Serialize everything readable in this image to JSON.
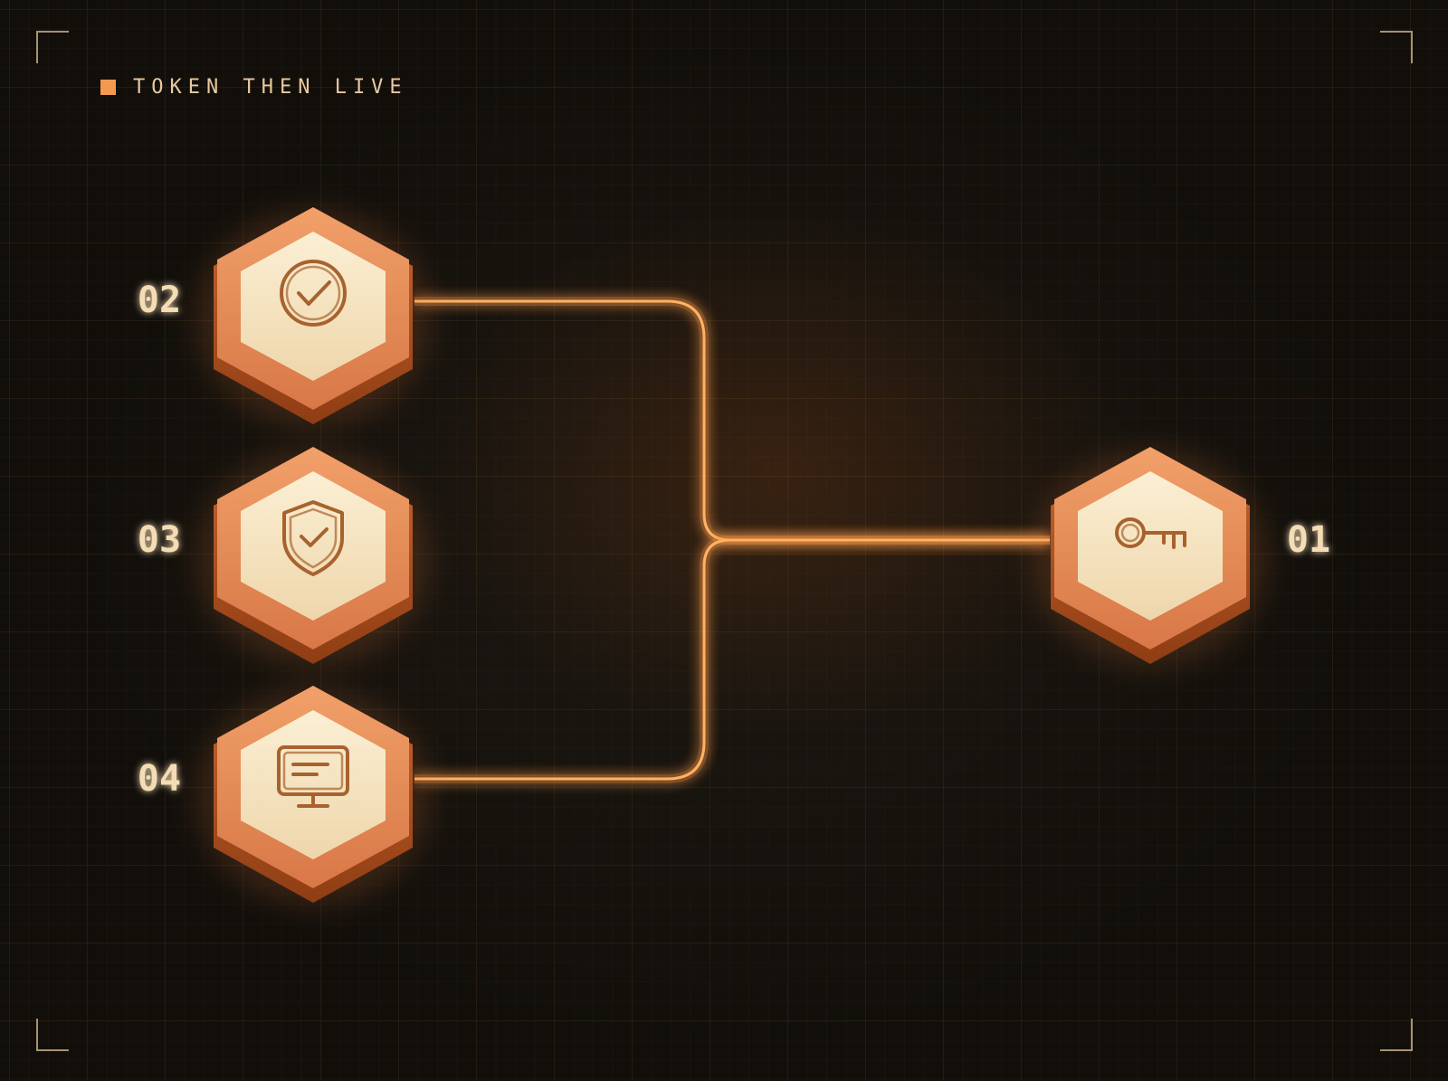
{
  "header": {
    "title": "TOKEN THEN LIVE",
    "marker_color": "#f49a4f"
  },
  "colors": {
    "accent": "#f49a4f",
    "connector": "#ffb266",
    "label": "#f4dcb4"
  },
  "nodes": [
    {
      "id": "02",
      "label": "02",
      "icon": "check-circle-icon"
    },
    {
      "id": "03",
      "label": "03",
      "icon": "shield-check-icon"
    },
    {
      "id": "04",
      "label": "04",
      "icon": "monitor-icon"
    },
    {
      "id": "01",
      "label": "01",
      "icon": "key-icon"
    }
  ],
  "connections": [
    {
      "from": "02",
      "to": "01"
    },
    {
      "from": "03",
      "to": "01"
    },
    {
      "from": "04",
      "to": "01"
    }
  ]
}
